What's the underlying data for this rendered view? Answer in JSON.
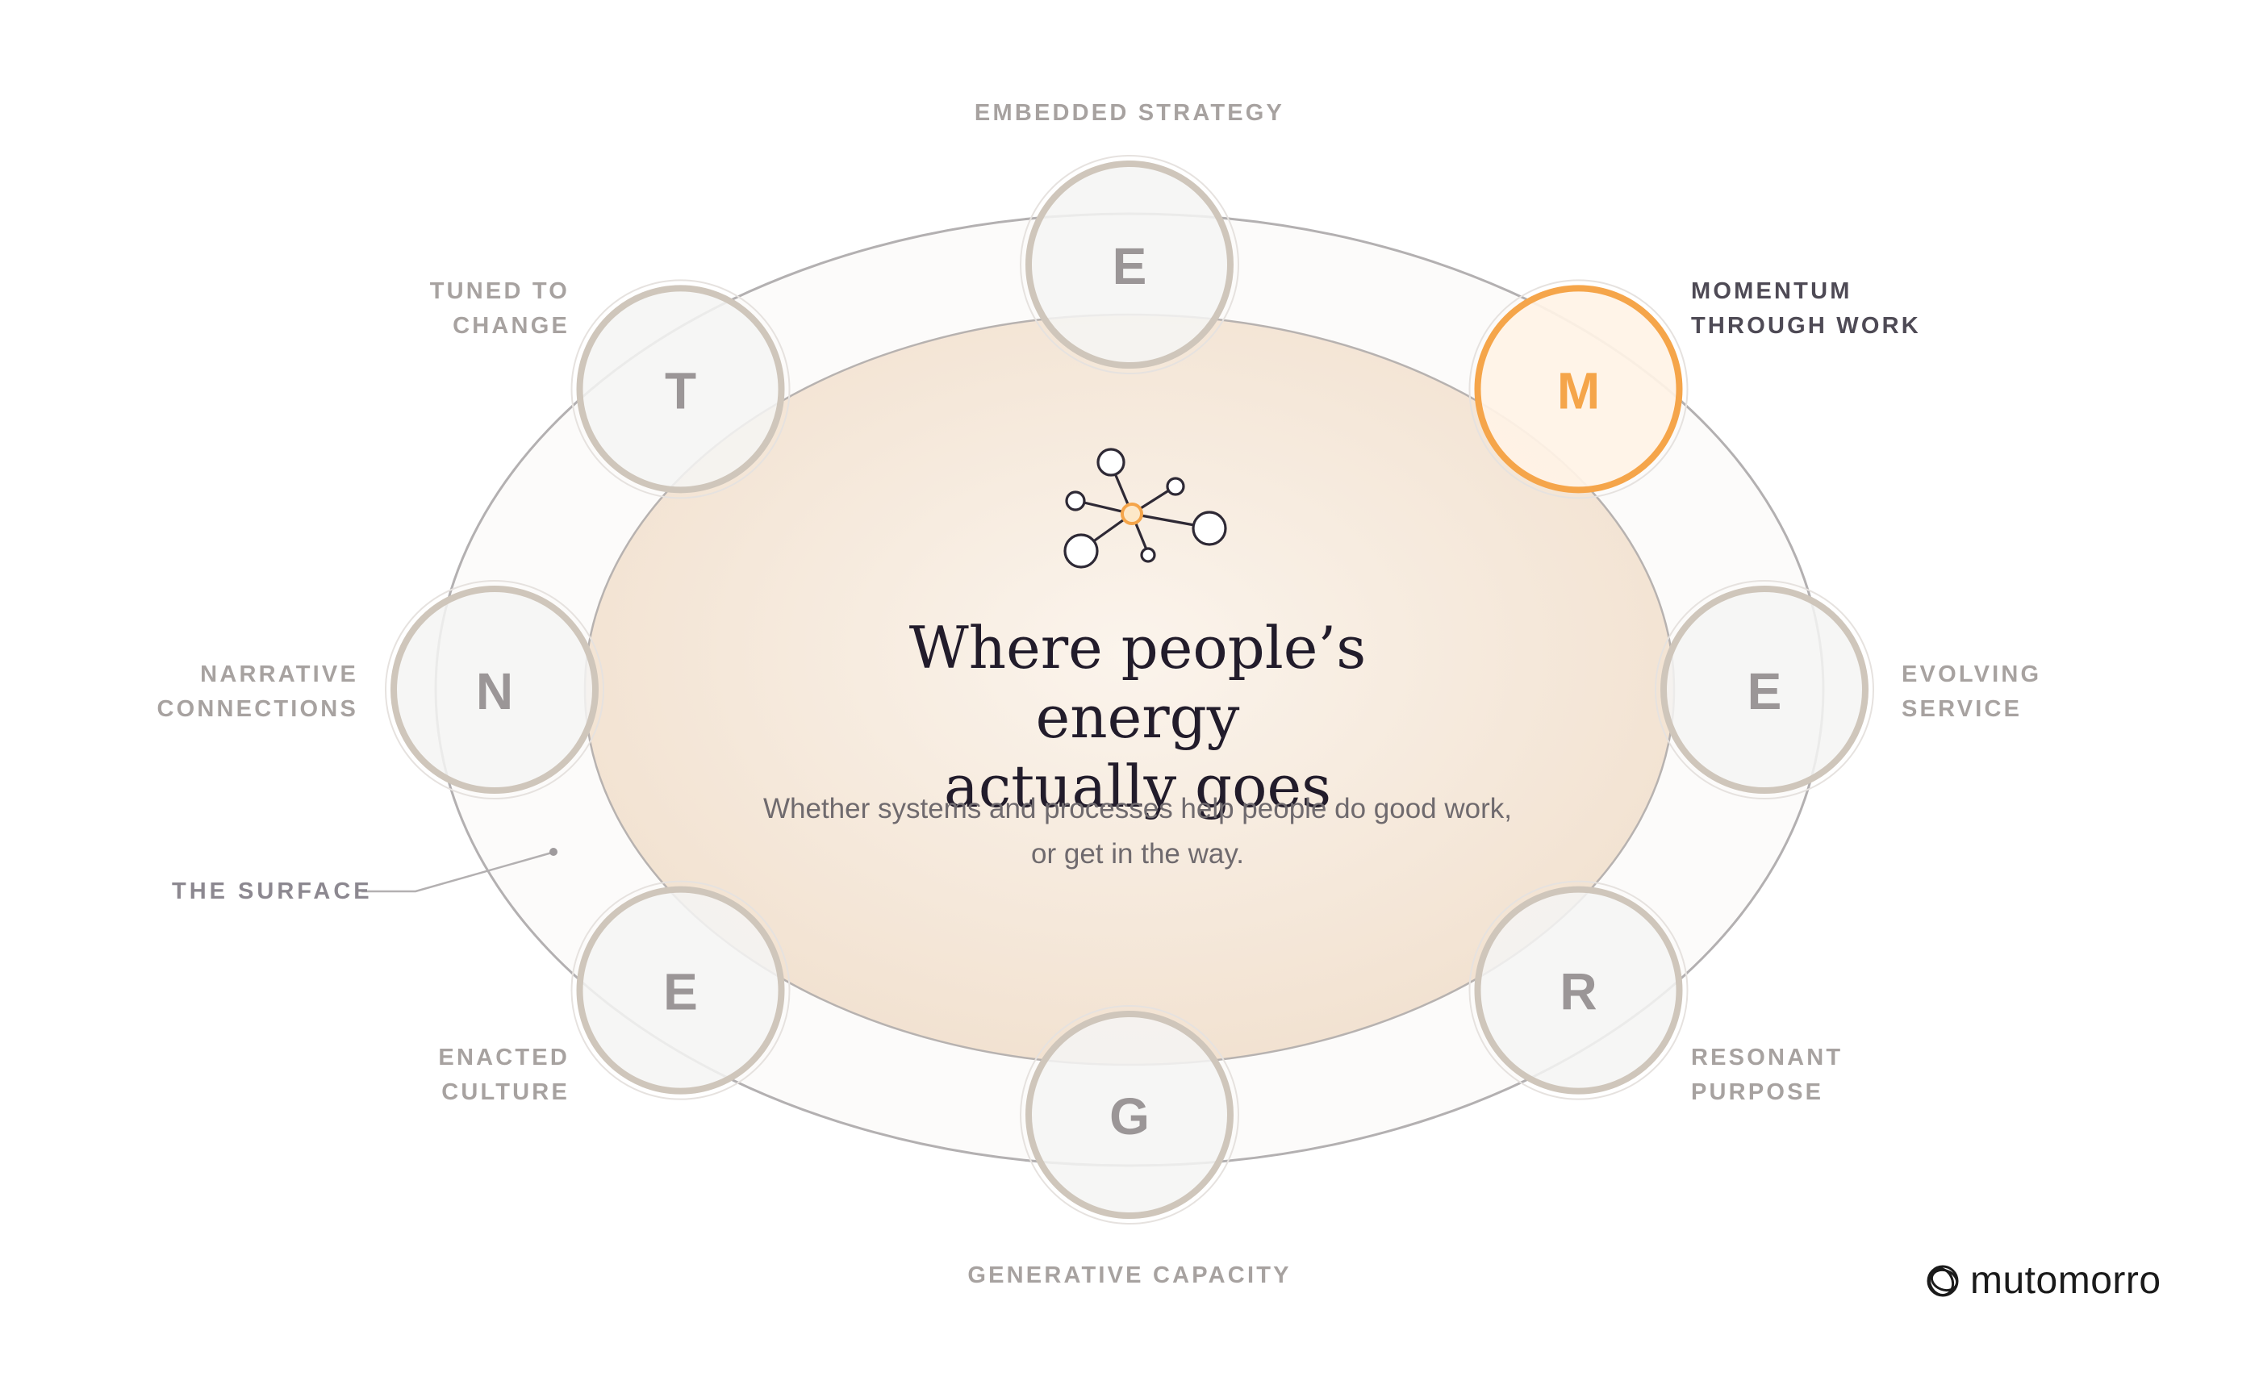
{
  "diagram": {
    "title_lines": [
      "Where people’s energy",
      "actually goes"
    ],
    "subtitle_lines": [
      "Whether systems and processes help people do good work,",
      "or get in the way."
    ],
    "surface_label": "THE SURFACE",
    "center_icon": "network-nodes-icon",
    "nodes": [
      {
        "letter": "E",
        "label_lines": [
          "EMBEDDED STRATEGY"
        ],
        "active": false
      },
      {
        "letter": "M",
        "label_lines": [
          "MOMENTUM",
          "THROUGH WORK"
        ],
        "active": true
      },
      {
        "letter": "E",
        "label_lines": [
          "EVOLVING",
          "SERVICE"
        ],
        "active": false
      },
      {
        "letter": "R",
        "label_lines": [
          "RESONANT",
          "PURPOSE"
        ],
        "active": false
      },
      {
        "letter": "G",
        "label_lines": [
          "GENERATIVE CAPACITY"
        ],
        "active": false
      },
      {
        "letter": "E",
        "label_lines": [
          "ENACTED",
          "CULTURE"
        ],
        "active": false
      },
      {
        "letter": "N",
        "label_lines": [
          "NARRATIVE",
          "CONNECTIONS"
        ],
        "active": false
      },
      {
        "letter": "T",
        "label_lines": [
          "TUNED TO",
          "CHANGE"
        ],
        "active": false
      }
    ]
  },
  "brand": {
    "name": "mutomorro",
    "icon": "mutomorro-logo-icon"
  },
  "colors": {
    "accent": "#f5a54a",
    "accent_fill": "#fff3e6",
    "node_ring": "#cfc6bb",
    "node_fill": "#f5f4f3",
    "letter": "#9b9697",
    "core_fill": "#f3e5d6",
    "ring_fill": "#fcfbfa",
    "outline": "#b3b0b1",
    "title": "#221c2b"
  }
}
